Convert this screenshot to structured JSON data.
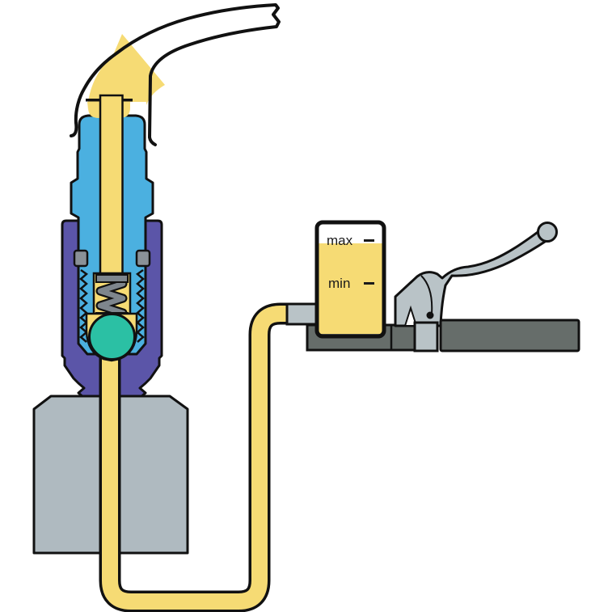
{
  "diagram": {
    "kind": "hydraulic-bleed-valve-cutaway",
    "reservoir": {
      "max_label": "max",
      "min_label": "min"
    }
  },
  "colors": {
    "fluid": "#F6DB74",
    "valve-body": "#4BB0E0",
    "fitting-nut": "#5B55A8",
    "check-ball": "#2BC0A4",
    "housing": "#AFBAC0",
    "metal-dark": "#666D6A",
    "metal-light": "#B9C3C7",
    "spring": "#7E868D",
    "seal": "#8A9197",
    "outline": "#111111",
    "background": "#FFFFFF",
    "label-text": "#1A1A1A"
  }
}
